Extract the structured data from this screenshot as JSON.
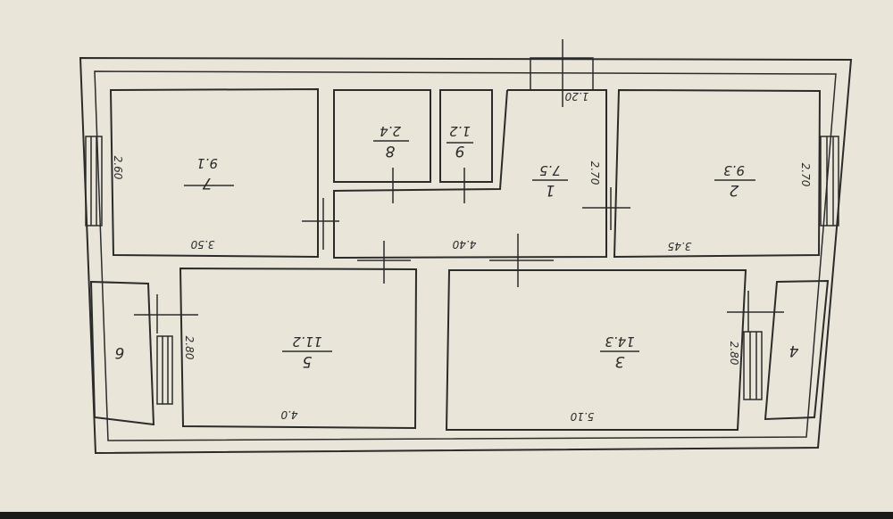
{
  "rooms": [
    {
      "number": "7",
      "area": "9.1"
    },
    {
      "number": "8",
      "area": "2.4"
    },
    {
      "number": "9",
      "area": "1.2"
    },
    {
      "number": "1",
      "area": "7.5"
    },
    {
      "number": "2",
      "area": "9.3"
    },
    {
      "number": "5",
      "area": "11.2"
    },
    {
      "number": "3",
      "area": "14.3"
    },
    {
      "number": "6",
      "area": ""
    },
    {
      "number": "4",
      "area": ""
    }
  ],
  "dimensions": {
    "d_2_60": "2.60",
    "d_3_50": "3.50",
    "d_4_40": "4.40",
    "d_1_20": "1.20",
    "d_2_70_a": "2.70",
    "d_2_70_b": "2.70",
    "d_3_45": "3.45",
    "d_2_80_a": "2.80",
    "d_2_80_b": "2.80",
    "d_4_0": "4.0",
    "d_5_10": "5.10"
  },
  "colors": {
    "paper": "#e9e6d9",
    "ink": "#2b2b2b"
  }
}
